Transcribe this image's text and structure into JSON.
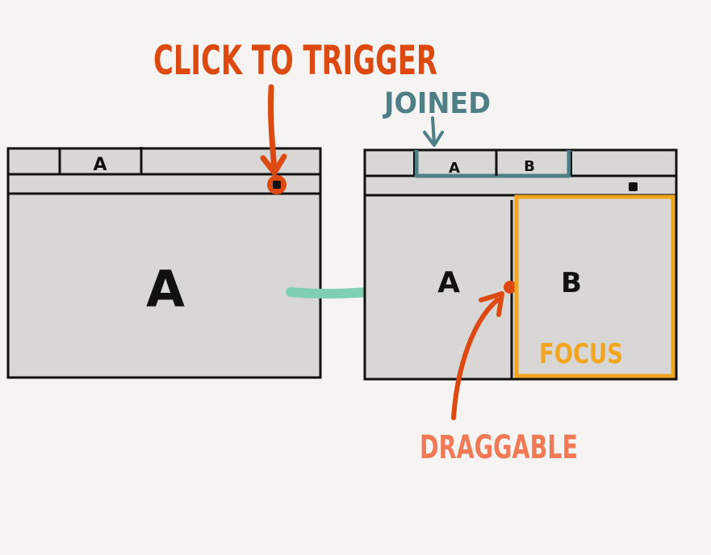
{
  "annotations": {
    "click_to_trigger": "CLICK TO TRIGGER",
    "joined": "JOINED",
    "draggable": "DRAGGABLE",
    "focus": "FOCUS"
  },
  "left_window": {
    "tab_label": "A",
    "pane_label": "A"
  },
  "right_window": {
    "tab_a_label": "A",
    "tab_b_label": "B",
    "pane_a_label": "A",
    "pane_b_label": "B"
  },
  "colors": {
    "background": "#f5f4f2",
    "window_fill": "#d8d7d5",
    "outline": "#111111",
    "trigger_red": "#dc4a12",
    "joined_teal": "#4e7f86",
    "transition_arrow": "#7fcfb4",
    "draggable_salmon": "#f07a55",
    "focus_orange": "#f2a51f"
  }
}
